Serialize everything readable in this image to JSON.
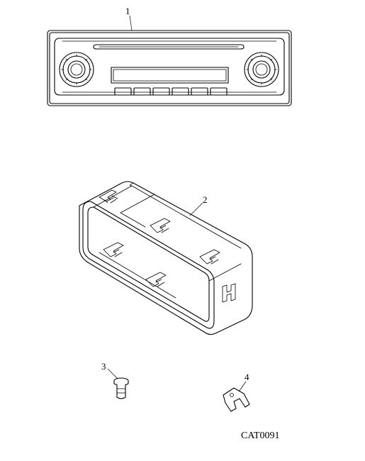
{
  "diagram": {
    "callouts": [
      {
        "id": "1",
        "label": "1",
        "part": "radio-head-unit"
      },
      {
        "id": "2",
        "label": "2",
        "part": "mounting-cage"
      },
      {
        "id": "3",
        "label": "3",
        "part": "fastener-screw"
      },
      {
        "id": "4",
        "label": "4",
        "part": "retaining-clip"
      }
    ],
    "catalog_code": "CAT0091"
  }
}
